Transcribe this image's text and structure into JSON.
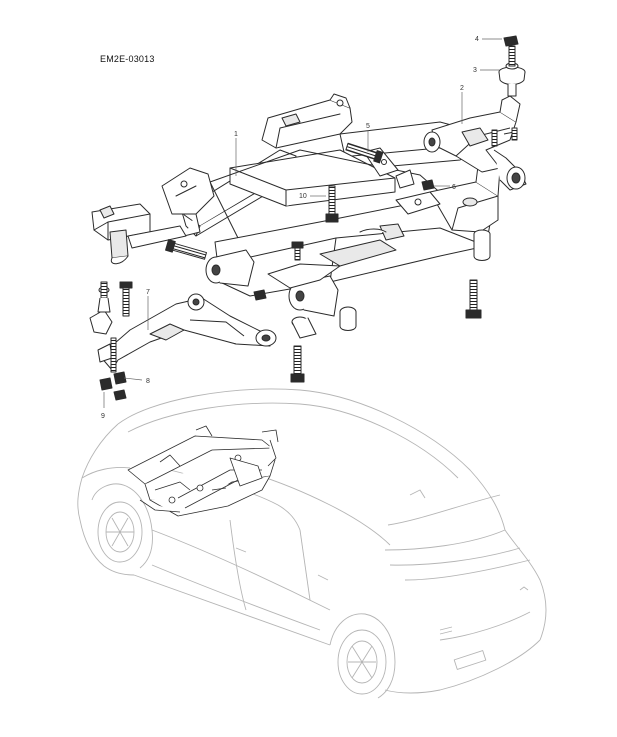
{
  "figure_code": "EM2E-03013",
  "callouts": [
    "1",
    "2",
    "3",
    "4",
    "5",
    "6",
    "7",
    "8",
    "9",
    "10"
  ],
  "colors": {
    "line": "#3a3a3a",
    "vehicle_line": "#b5b5b5",
    "fill": "#ffffff",
    "shade": "#e9e9e9",
    "dark": "#2b2b2b"
  }
}
